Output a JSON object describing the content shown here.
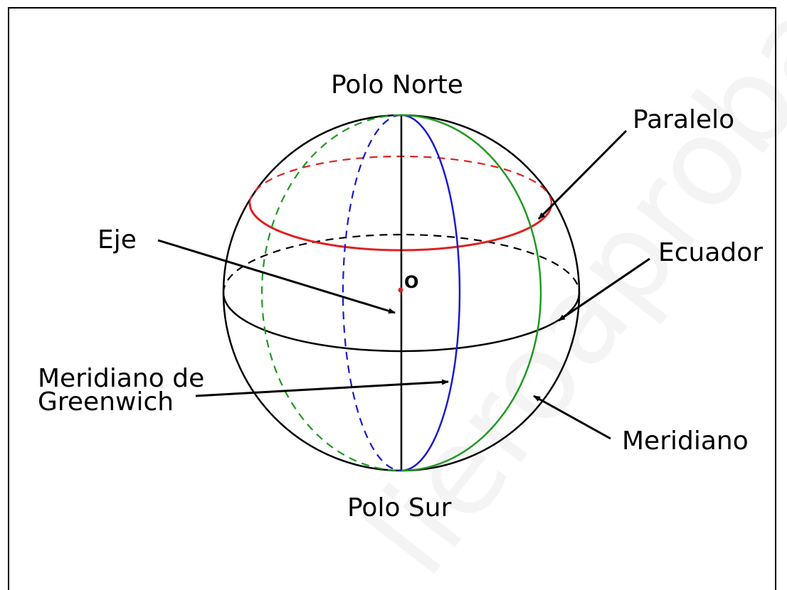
{
  "labels": {
    "north_pole": "Polo Norte",
    "south_pole": "Polo Sur",
    "parallel": "Paralelo",
    "axis": "Eje",
    "equator": "Ecuador",
    "greenwich_line1": "Meridiano de",
    "greenwich_line2": "Greenwich",
    "meridian": "Meridiano",
    "center": "O"
  },
  "watermark": "lieroaprobar.es",
  "colors": {
    "outline": "#000000",
    "parallel": "#e02020",
    "greenwich": "#1a1acc",
    "meridian": "#1f9a1f",
    "center_point": "#e02020"
  }
}
